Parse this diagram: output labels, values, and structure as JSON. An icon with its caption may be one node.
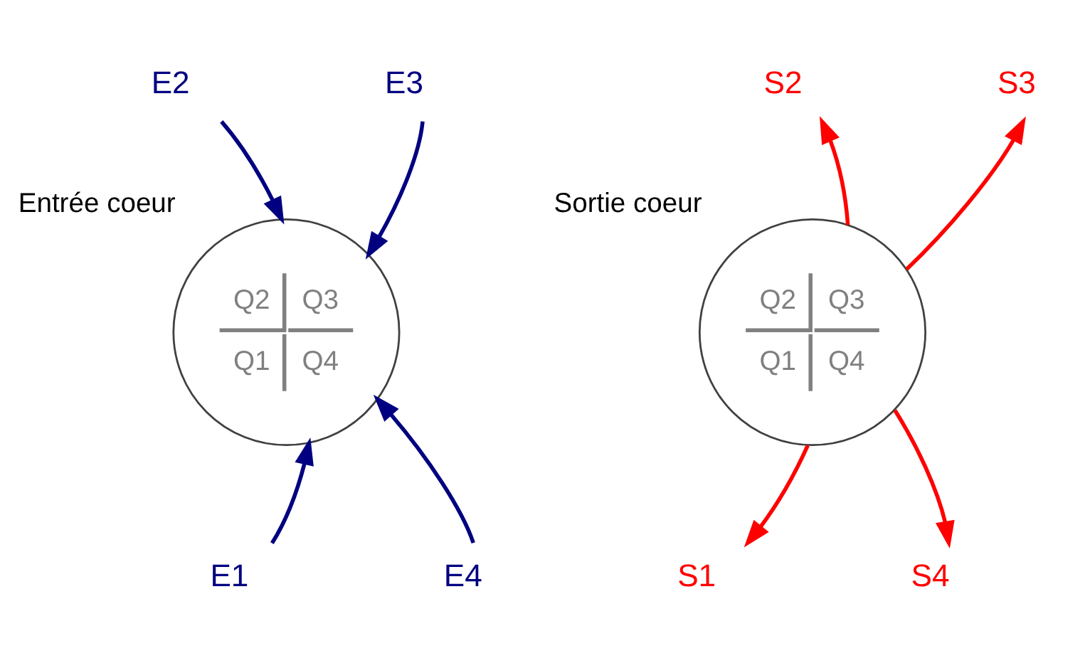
{
  "diagram": {
    "nodes": [
      {
        "text": [
          "E2"
        ]
      },
      {
        "text": [
          "E3"
        ]
      },
      {
        "text": [
          "Q2",
          "Q3",
          "Q1",
          "Q4"
        ],
        "beside": [
          "Entrée coeur"
        ]
      },
      {
        "text": [
          "E1"
        ]
      },
      {
        "text": [
          "E4"
        ]
      },
      {
        "text": [
          "S2"
        ]
      },
      {
        "text": [
          "S3"
        ]
      },
      {
        "text": [
          "Q2",
          "Q3",
          "Q1",
          "Q4"
        ],
        "beside": [
          "Sortie coeur"
        ]
      },
      {
        "text": [
          "S1"
        ]
      },
      {
        "text": [
          "S4"
        ]
      }
    ],
    "edges": [
      {
        "from": 0,
        "to": 2,
        "arrow": "to",
        "color": "#000080"
      },
      {
        "from": 1,
        "to": 2,
        "arrow": "to",
        "color": "#000080"
      },
      {
        "from": 3,
        "to": 2,
        "arrow": "to",
        "color": "#000080"
      },
      {
        "from": 4,
        "to": 2,
        "arrow": "to",
        "color": "#000080"
      },
      {
        "from": 7,
        "to": 5,
        "arrow": "to",
        "color": "#ff0000"
      },
      {
        "from": 7,
        "to": 6,
        "arrow": "to",
        "color": "#ff0000"
      },
      {
        "from": 7,
        "to": 8,
        "arrow": "to",
        "color": "#ff0000"
      },
      {
        "from": 7,
        "to": 9,
        "arrow": "to",
        "color": "#ff0000"
      }
    ]
  }
}
